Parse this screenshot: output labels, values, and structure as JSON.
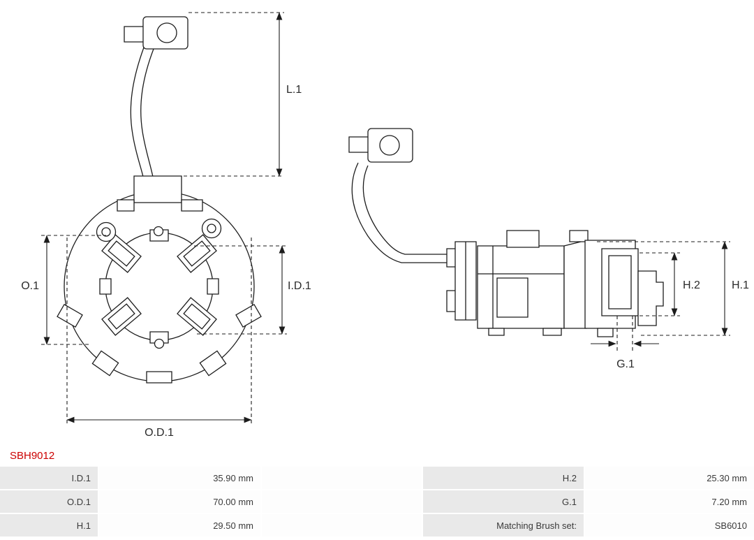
{
  "part_number": "SBH9012",
  "colors": {
    "part_number_text": "#cc0000",
    "drawing_line": "#1c1c1c",
    "dim_label_text": "#2b2b2b",
    "table_label_bg": "#e9e9e9",
    "table_value_bg": "#fdfdfd",
    "table_text": "#3a3a3a"
  },
  "diagram_labels": {
    "l1": "L.1",
    "o1": "O.1",
    "id1": "I.D.1",
    "od1": "O.D.1",
    "h2": "H.2",
    "h1": "H.1",
    "g1": "G.1"
  },
  "spec_table": {
    "rows": [
      {
        "label_left": "I.D.1",
        "value_left": "35.90 mm",
        "spacer": "",
        "label_right": "H.2",
        "value_right": "25.30 mm"
      },
      {
        "label_left": "O.D.1",
        "value_left": "70.00 mm",
        "spacer": "",
        "label_right": "G.1",
        "value_right": "7.20 mm"
      },
      {
        "label_left": "H.1",
        "value_left": "29.50 mm",
        "spacer": "",
        "label_right": "Matching Brush set:",
        "value_right": "SB6010"
      }
    ]
  }
}
